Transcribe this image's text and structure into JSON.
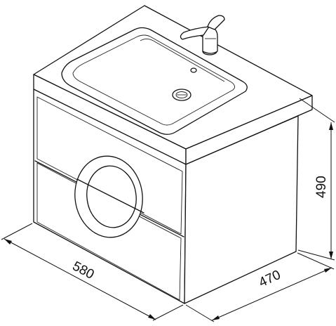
{
  "dimensions": {
    "width": "580",
    "depth": "470",
    "height": "490"
  }
}
